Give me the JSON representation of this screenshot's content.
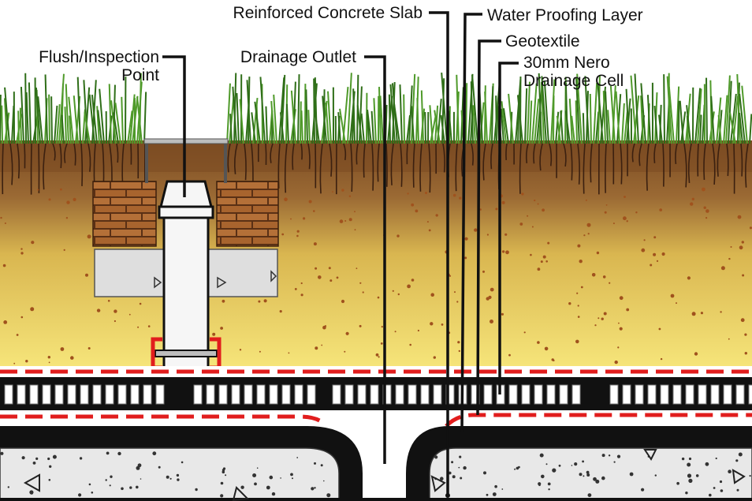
{
  "labels": {
    "flush_line1": "Flush/Inspection",
    "flush_line2": "Point",
    "drainage_outlet": "Drainage Outlet",
    "slab": "Reinforced Concrete Slab",
    "waterproofing": "Water Proofing Layer",
    "geotextile": "Geotextile",
    "cell_line1": "30mm Nero",
    "cell_line2": "Drainage Cell"
  },
  "colors": {
    "grass": "#4f9a2a",
    "topsoil": "#8a5a2b",
    "subsoil": "#f3dd6a",
    "geotextile": "#e11d1d",
    "membrane": "#111111",
    "concrete": "#e6e6e6",
    "brick": "#a8642e",
    "pipe": "#f5f5f5",
    "leader": "#111111"
  }
}
